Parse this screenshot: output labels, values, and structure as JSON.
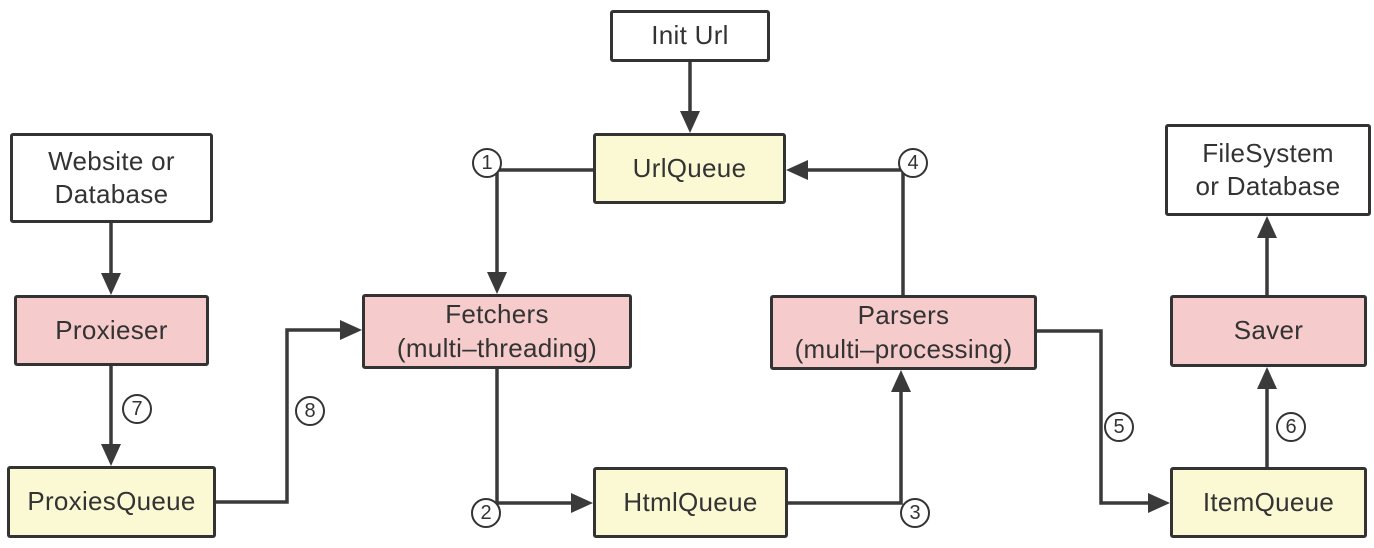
{
  "nodes": {
    "init_url": "Init Url",
    "url_queue": "UrlQueue",
    "website": "Website or\nDatabase",
    "proxieser": "Proxieser",
    "proxies_queue": "ProxiesQueue",
    "fetchers": "Fetchers\n(multi–threading)",
    "html_queue": "HtmlQueue",
    "parsers": "Parsers\n(multi–processing)",
    "filesystem": "FileSystem\nor Database",
    "saver": "Saver",
    "item_queue": "ItemQueue"
  },
  "steps": {
    "s1": "1",
    "s2": "2",
    "s3": "3",
    "s4": "4",
    "s5": "5",
    "s6": "6",
    "s7": "7",
    "s8": "8"
  },
  "colors": {
    "queue_fill": "#fbf9d3",
    "process_fill": "#f6cbcb",
    "io_fill": "#ffffff",
    "border": "#333333",
    "text": "#333333",
    "line": "#3a3a3a"
  }
}
